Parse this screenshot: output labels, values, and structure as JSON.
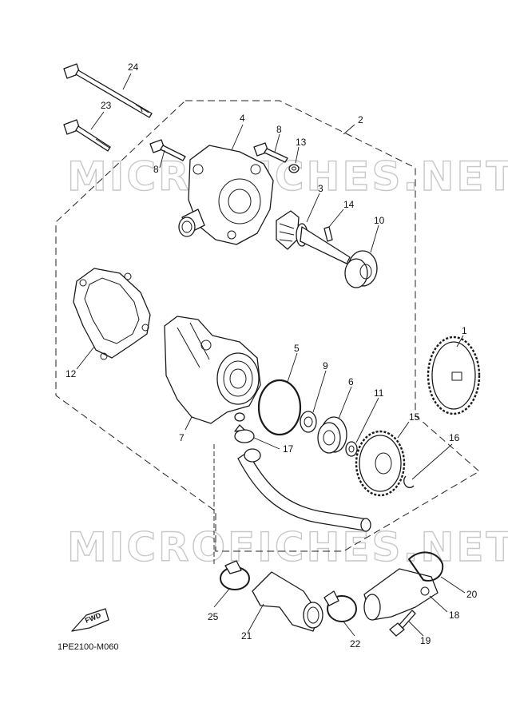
{
  "diagram": {
    "code": "1PE2100-M060",
    "watermark": "MICROFICHES.NET",
    "fwd_label": "FWD",
    "callouts": {
      "p1": "1",
      "p2": "2",
      "p3": "3",
      "p4": "4",
      "p5": "5",
      "p6": "6",
      "p7": "7",
      "p8a": "8",
      "p8b": "8",
      "p9": "9",
      "p10": "10",
      "p11": "11",
      "p12": "12",
      "p13": "13",
      "p14": "14",
      "p15": "15",
      "p16": "16",
      "p17": "17",
      "p18": "18",
      "p19": "19",
      "p20": "20",
      "p21": "21",
      "p22": "22",
      "p23": "23",
      "p24": "24",
      "p25": "25"
    }
  }
}
